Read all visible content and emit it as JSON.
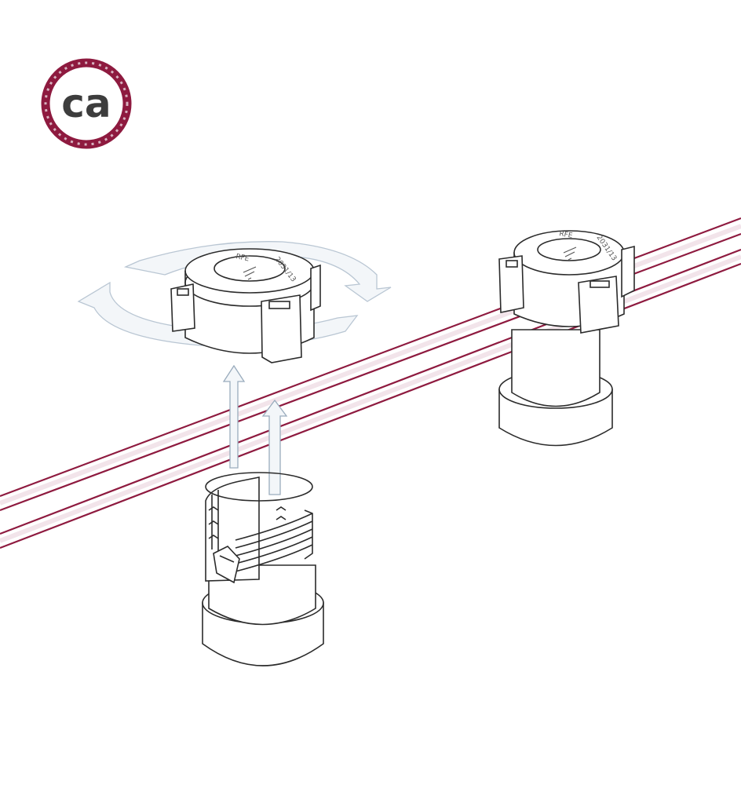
{
  "logo": {
    "text": "ca",
    "ring_color": "#8e1a3f",
    "text_color": "#3d3d3d"
  },
  "cable_color": "#8e1a3f",
  "arrow_color": "#c9d3dd",
  "cap_markings": [
    "RFE",
    "2031/13"
  ],
  "icons": [
    "rotate-arrows-icon",
    "up-arrow-icon"
  ]
}
